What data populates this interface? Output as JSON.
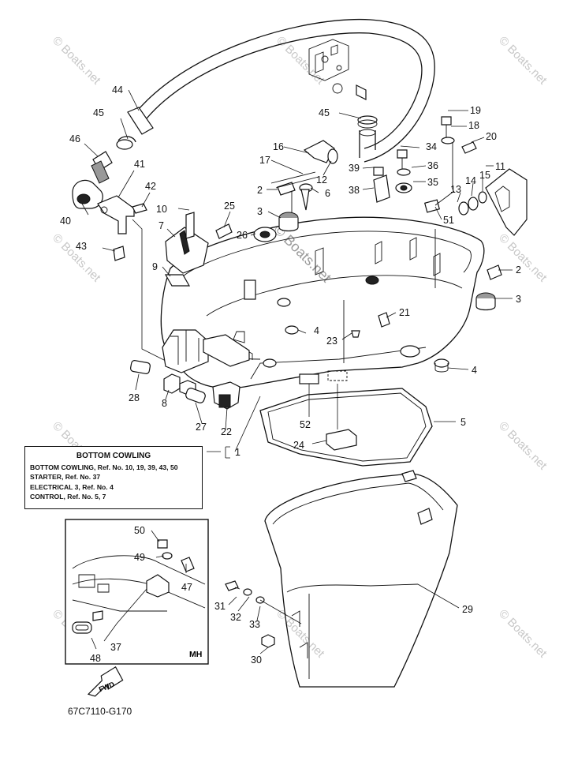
{
  "watermark": "© Boats.net",
  "drawing_code": "67C7110-G170",
  "inset_tag": "MH",
  "fwd_label": "FWD",
  "reference_box": {
    "title": "BOTTOM COWLING",
    "lines": [
      "BOTTOM COWLING,  Ref. No. 10, 19, 39, 43, 50",
      "STARTER,  Ref. No. 37",
      "ELECTRICAL 3,  Ref. No. 4",
      "CONTROL,  Ref. No. 5, 7"
    ]
  },
  "callouts": [
    "1",
    "2",
    "3",
    "4",
    "5",
    "6",
    "7",
    "8",
    "9",
    "10",
    "11",
    "12",
    "13",
    "14",
    "15",
    "16",
    "17",
    "18",
    "19",
    "20",
    "21",
    "22",
    "23",
    "24",
    "25",
    "26",
    "27",
    "28",
    "29",
    "30",
    "31",
    "32",
    "33",
    "34",
    "35",
    "36",
    "37",
    "38",
    "39",
    "40",
    "41",
    "42",
    "43",
    "44",
    "45",
    "46",
    "47",
    "48",
    "49",
    "50",
    "51",
    "52"
  ]
}
